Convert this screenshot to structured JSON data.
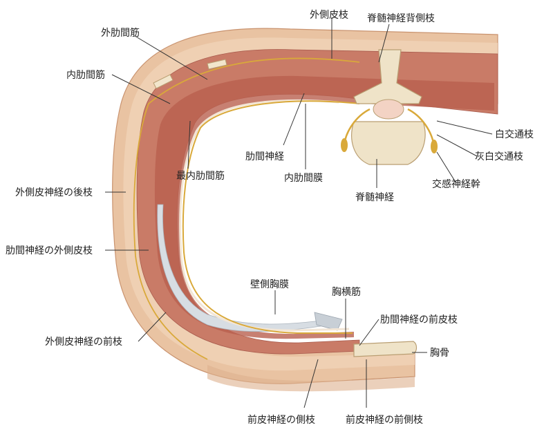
{
  "colors": {
    "skin": "#e3b896",
    "fat": "#f1dcc2",
    "muscle": "#c87a68",
    "muscle_dark": "#b25f50",
    "nerve": "#d9a93a",
    "pleura": "#d7dde3",
    "bone": "#efe3c8",
    "label_text": "#222222",
    "leader_line": "#333333"
  },
  "labels": {
    "external_intercostal": "外肋間筋",
    "internal_intercostal": "内肋間筋",
    "lateral_cutaneous_branch": "外側皮枝",
    "dorsal_branch_spinal": "脊髄神経背側枝",
    "white_ramus": "白交通枝",
    "gray_ramus": "灰白交通枝",
    "sympathetic_trunk": "交感神経幹",
    "spinal_nerve": "脊髄神経",
    "innermost_intercostal": "最内肋間筋",
    "intercostal_nerve": "肋間神経",
    "internal_intercostal_membrane": "内肋間膜",
    "posterior_branch_lateral_cutaneous": "外側皮神経の後枝",
    "lateral_cutaneous_of_intercostal": "肋間神経の外側皮枝",
    "parietal_pleura": "壁側胸膜",
    "transversus_thoracis": "胸横筋",
    "anterior_cutaneous_of_intercostal": "肋間神経の前皮枝",
    "sternum": "胸骨",
    "anterior_branch_lateral_cutaneous": "外側皮神経の前枝",
    "lateral_branch_anterior_cutaneous": "前皮神経の側枝",
    "medial_branch_anterior_cutaneous": "前皮神経の前側枝"
  }
}
